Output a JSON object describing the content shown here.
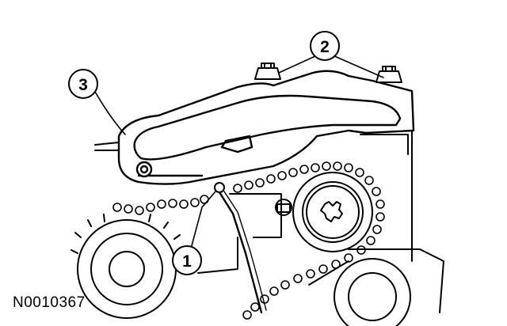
{
  "figure_id": "N0010367",
  "callouts": [
    {
      "number": "1"
    },
    {
      "number": "2"
    },
    {
      "number": "3"
    }
  ]
}
